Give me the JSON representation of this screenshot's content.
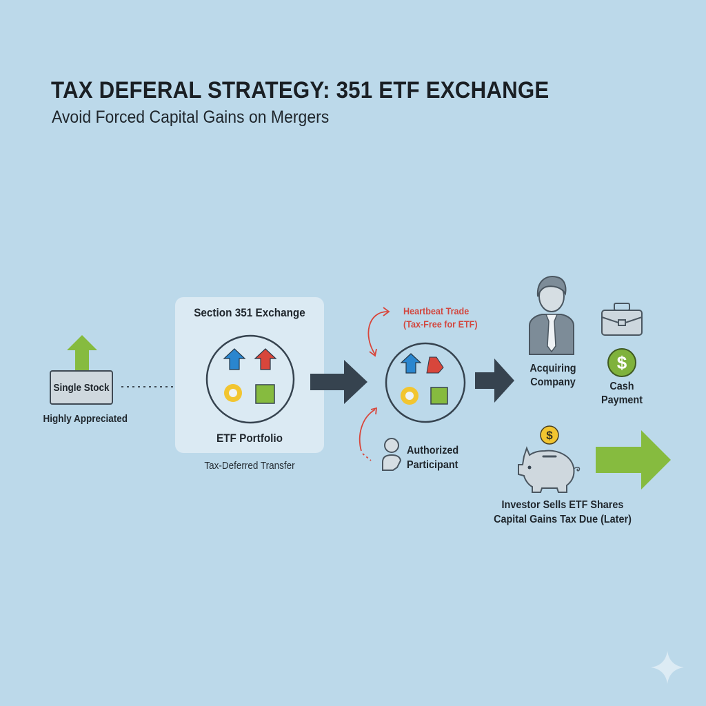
{
  "header": {
    "title": "TAX DEFERAL STRATEGY: 351 ETF EXCHANGE",
    "subtitle": "Avoid Forced Capital Gains on Mergers"
  },
  "stock": {
    "box_label": "Single Stock",
    "caption": "Highly Appreciated",
    "icon": "up-arrow-icon"
  },
  "exchange": {
    "panel_title": "Section 351 Exchange",
    "portfolio_label": "ETF Portfolio",
    "caption": "Tax-Deferred Transfer"
  },
  "heartbeat": {
    "line1": "Heartbeat Trade",
    "line2": "(Tax-Free for ETF)"
  },
  "participant": {
    "line1": "Authorized",
    "line2": "Participant",
    "icon": "person-icon"
  },
  "acquirer": {
    "line1": "Acquiring",
    "line2": "Company",
    "icon": "businessman-icon"
  },
  "cash": {
    "line1": "Cash",
    "line2": "Payment",
    "icons": [
      "briefcase-icon",
      "dollar-coin-icon"
    ]
  },
  "investor": {
    "line1": "Investor Sells ETF Shares",
    "line2": "Capital Gains Tax Due (Later)",
    "icon": "piggy-bank-icon"
  },
  "colors": {
    "background": "#bcd9ea",
    "panel": "#dbeaf3",
    "dark_arrow": "#36434f",
    "green": "#86bb3f",
    "blue": "#2a86cf",
    "red": "#d8463b",
    "yellow": "#f2c530",
    "heartbeat_text": "#d2473f"
  }
}
